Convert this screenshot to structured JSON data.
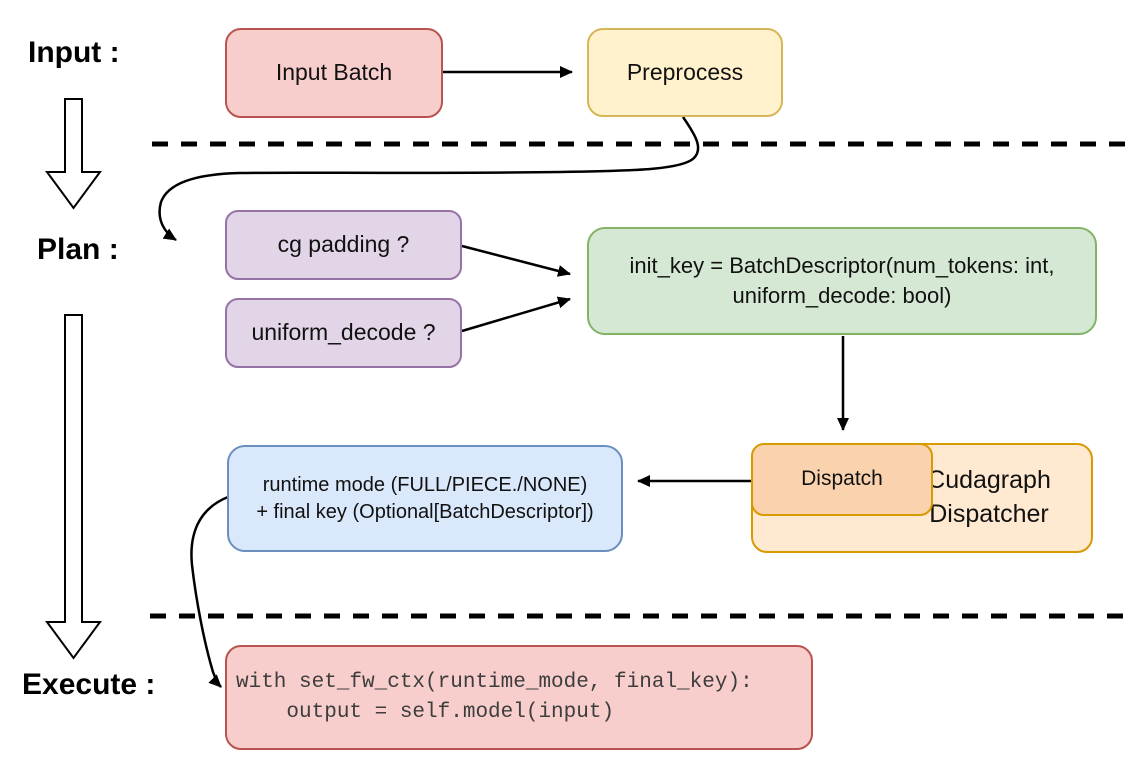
{
  "sections": {
    "input": "Input :",
    "plan": "Plan :",
    "execute": "Execute :"
  },
  "nodes": {
    "input_batch": {
      "label": "Input Batch"
    },
    "preprocess": {
      "label": "Preprocess"
    },
    "cg_padding": {
      "label": "cg padding ?"
    },
    "uniform_decode": {
      "label": "uniform_decode ?"
    },
    "init_key": {
      "line1": "init_key = BatchDescriptor(num_tokens: int,",
      "line2": "uniform_decode: bool)"
    },
    "runtime_mode": {
      "line1": "runtime mode (FULL/PIECE./NONE)",
      "line2": "+ final key (Optional[BatchDescriptor])"
    },
    "dispatch": {
      "label": "Dispatch"
    },
    "cudagraph_dispatcher": {
      "line1": "Cudagraph",
      "line2": "Dispatcher"
    },
    "execute_code": {
      "line1": "with set_fw_ctx(runtime_mode, final_key):",
      "line2": "    output = self.model(input)"
    }
  },
  "palette": {
    "red_fill": "#F8CECC",
    "red_stroke": "#B85450",
    "yellow_fill": "#FFF2CC",
    "yellow_stroke": "#D6B656",
    "purple_fill": "#E1D5E7",
    "purple_stroke": "#9673A6",
    "green_fill": "#D5E8D4",
    "green_stroke": "#82B366",
    "blue_fill": "#DAE8FC",
    "blue_stroke": "#6C8EBF",
    "orange_outer_fill": "#FFE9D0",
    "orange_inner_fill": "#FAD3AE",
    "orange_stroke": "#D79B00",
    "connector": "#000000"
  }
}
